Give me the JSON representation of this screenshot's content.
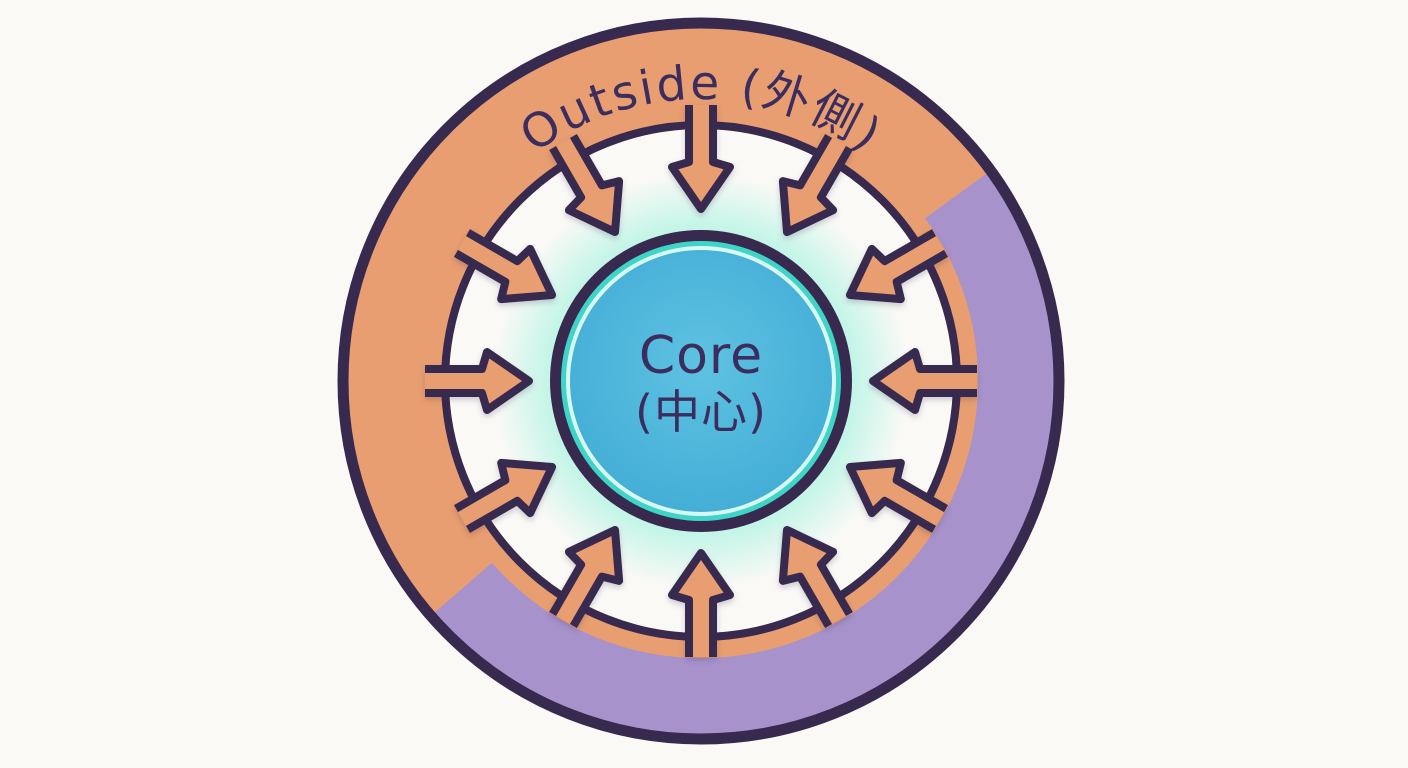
{
  "diagram": {
    "outer_label": "Outside (外側)",
    "core": {
      "label": "Core",
      "sublabel": "(中心)"
    },
    "arrows": {
      "count": 12,
      "direction": "inward",
      "spacing_degrees": 30
    },
    "colors": {
      "background": "#faf9f6",
      "ring_orange": "#e89e70",
      "ring_purple": "#a792cc",
      "outline_dark": "#38294f",
      "arrow_fill": "#e89e70",
      "core_fill_blue": "#4bb3da",
      "core_ring_turquoise": "#3ed5c8",
      "core_ring_pale": "#e9fcf6",
      "core_glow_mint": "#b5f4e4",
      "label_text": "#3b2d5e"
    }
  }
}
